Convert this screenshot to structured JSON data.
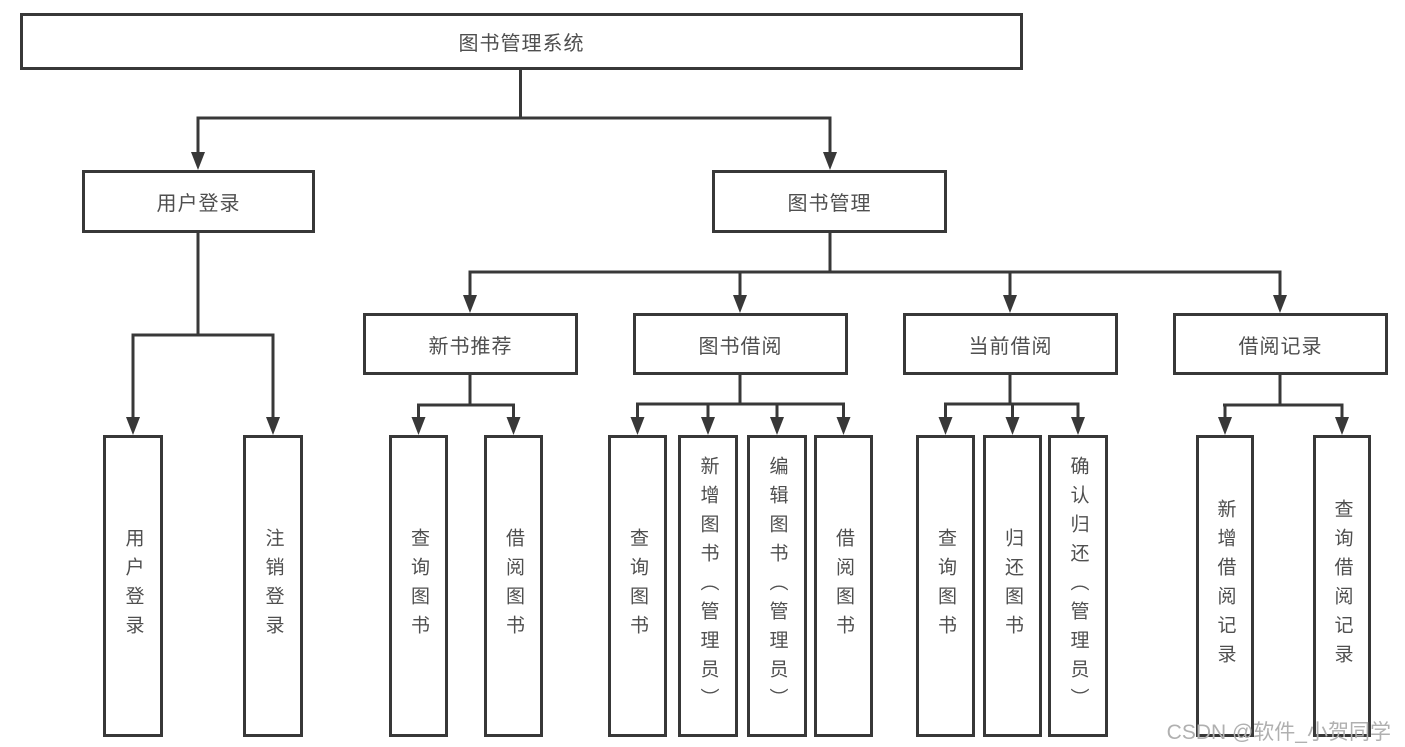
{
  "tree": {
    "root": {
      "label": "图书管理系统"
    },
    "user_login": {
      "label": "用户登录",
      "children": [
        "用户登录",
        "注销登录"
      ]
    },
    "book_mgmt": {
      "label": "图书管理"
    },
    "new_book": {
      "label": "新书推荐",
      "children": [
        "查询图书",
        "借阅图书"
      ]
    },
    "book_borrow": {
      "label": "图书借阅",
      "children": [
        "查询图书",
        "新增图书（管理员）",
        "编辑图书（管理员）",
        "借阅图书"
      ]
    },
    "current_borrow": {
      "label": "当前借阅",
      "children": [
        "查询图书",
        "归还图书",
        "确认归还（管理员）"
      ]
    },
    "borrow_record": {
      "label": "借阅记录",
      "children": [
        "新增借阅记录",
        "查询借阅记录"
      ]
    }
  },
  "watermark": {
    "text": "CSDN @软件_小贺同学",
    "color": "#b0b0b0"
  },
  "colors": {
    "line": "#383838",
    "text": "#4f4f4f",
    "background": "#ffffff"
  }
}
